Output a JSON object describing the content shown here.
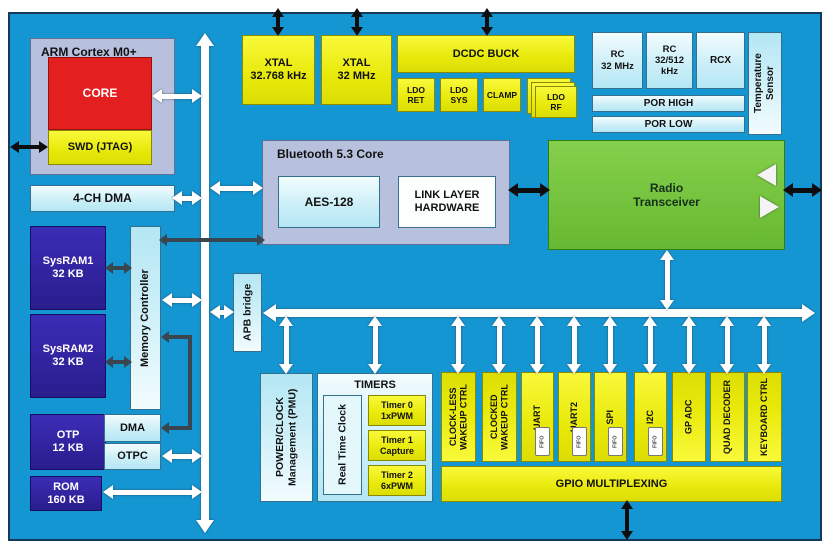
{
  "palette": {
    "background": "#1496d3",
    "block_yellow": "#ecec0c",
    "block_cyan": "#cdeff8",
    "block_indigo": "#2f22a0",
    "block_red": "#e41f1f",
    "block_green": "#76c43e",
    "container_periwinkle": "#b7c1de",
    "bus_white": "#ffffff",
    "connector_dark": "#3a464f",
    "connector_black": "#0d0d0d"
  },
  "cpu": {
    "title": "ARM Cortex M0+",
    "core_label": "CORE",
    "swd_label": "SWD (JTAG)"
  },
  "dma_4ch_label": "4-CH DMA",
  "clocks": {
    "xtal_32k": "XTAL\n32.768 kHz",
    "xtal_32m": "XTAL\n32 MHz",
    "rc_32m": "RC\n32 MHz",
    "rc_32_512": "RC\n32/512\nkHz",
    "rcx": "RCX"
  },
  "power": {
    "dcdc": "DCDC BUCK",
    "ldo_ret": "LDO\nRET",
    "ldo_sys": "LDO\nSYS",
    "clamp": "CLAMP",
    "ldo_rf": "LDO\nRF",
    "por_high": "POR HIGH",
    "por_low": "POR LOW"
  },
  "temp_sensor": "Temperature\nSensor",
  "bluetooth": {
    "title": "Bluetooth 5.3 Core",
    "aes": "AES-128",
    "link_layer": "LINK LAYER\nHARDWARE"
  },
  "radio": "Radio\nTransceiver",
  "memory": {
    "sysram1": "SysRAM1\n32 KB",
    "sysram2": "SysRAM2\n32 KB",
    "controller": "Memory Controller",
    "otp": "OTP\n12 KB",
    "dma": "DMA",
    "otpc": "OTPC",
    "rom": "ROM\n160 KB"
  },
  "apb_bridge": "APB bridge",
  "pmu": "POWER/CLOCK\nManagement (PMU)",
  "timers": {
    "title": "TIMERS",
    "rtc": "Real Time Clock",
    "timer0": "Timer 0\n1xPWM",
    "timer1": "Timer 1\nCapture",
    "timer2": "Timer 2\n6xPWM"
  },
  "peripherals": [
    {
      "label": "CLOCK-LESS\nWAKEUP CTRL",
      "fifo": false
    },
    {
      "label": "CLOCKED\nWAKEUP CTRL",
      "fifo": false
    },
    {
      "label": "UART",
      "fifo": true
    },
    {
      "label": "UART2",
      "fifo": true
    },
    {
      "label": "SPI",
      "fifo": true
    },
    {
      "label": "I2C",
      "fifo": true
    },
    {
      "label": "GP ADC",
      "fifo": false
    },
    {
      "label": "QUAD DECODER",
      "fifo": false
    },
    {
      "label": "KEYBOARD CTRL",
      "fifo": false
    }
  ],
  "fifo_label": "FIFO",
  "gpio_label": "GPIO MULTIPLEXING"
}
